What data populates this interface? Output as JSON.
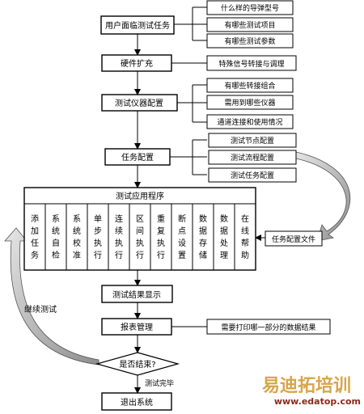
{
  "nodes": {
    "user_test_task": "用户面临测试任务",
    "hardware_expansion": "硬件扩充",
    "instrument_config": "测试仪器配置",
    "task_config": "任务配置",
    "test_app": "测试应用程序",
    "result_display": "测试结果显示",
    "report_mgmt": "报表管理",
    "is_end": "是否结束?",
    "exit_system": "退出系统",
    "task_config_file": "任务配置文件"
  },
  "questions_task": [
    "什么样的导弹型号",
    "有哪些测试项目",
    "有哪些测试参数"
  ],
  "hardware_note": "特殊信号转接与调理",
  "instrument_questions": [
    "有哪些转接组合",
    "需用到哪些仪器",
    "通道连接和使用情况"
  ],
  "task_items": [
    "测试节点配置",
    "测试流程配置",
    "测试任务配置"
  ],
  "app_modules": [
    "添加任务",
    "系统自检",
    "系统校准",
    "单步执行",
    "连续执行",
    "区间执行",
    "重复执行",
    "断点设置",
    "数据存储",
    "数据处理",
    "在线帮助"
  ],
  "report_note": "需要打印哪一部分的数据结果",
  "labels": {
    "continue_test": "继续测试",
    "test_done": "测试完毕"
  },
  "watermark": {
    "cn": "易迪拓培训",
    "url": "www.edatop.com"
  }
}
